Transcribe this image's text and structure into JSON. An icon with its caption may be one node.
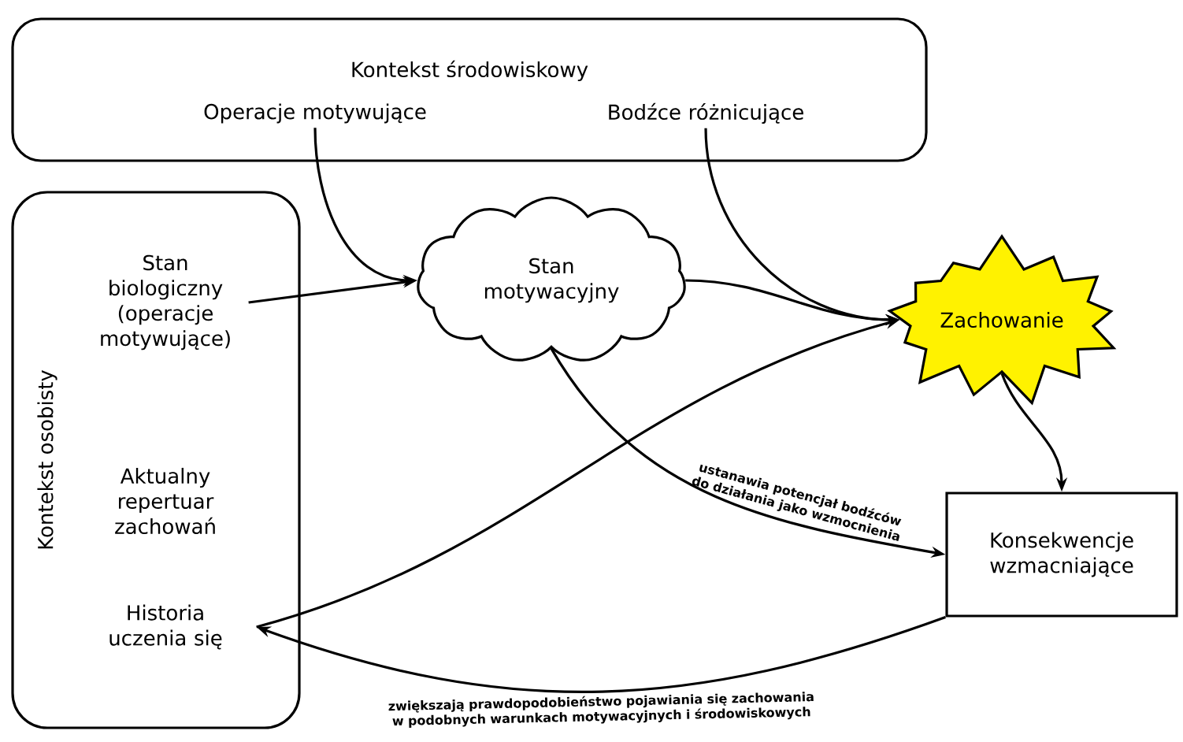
{
  "diagram": {
    "nodes": [
      {
        "text": [
          "Kontekst środowiskowy"
        ]
      },
      {
        "text": [
          "Operacje motywujące"
        ],
        "in": 0
      },
      {
        "text": [
          "Bodźce różnicujące"
        ],
        "in": 0
      },
      {
        "text": [
          "Kontekst osobisty"
        ]
      },
      {
        "text": [
          "Stan biologiczny (operacje motywujące)"
        ],
        "in": 3
      },
      {
        "text": [
          "Historia uczenia się"
        ],
        "in": 3
      },
      {
        "text": [
          "Stan motywacyjny"
        ]
      },
      {
        "text": [
          "Zachowanie"
        ]
      },
      {
        "text": [
          "Konsekwencje wzmacniające"
        ]
      }
    ],
    "edges": [
      {
        "from": 4,
        "to": 6,
        "arrow": "to"
      },
      {
        "from": 1,
        "to": 6,
        "arrow": "to"
      },
      {
        "from": 6,
        "to": 7,
        "arrow": "to"
      },
      {
        "from": 2,
        "to": 7,
        "arrow": "to"
      },
      {
        "from": 5,
        "to": 7,
        "arrow": "to"
      },
      {
        "from": 6,
        "to": 8,
        "arrow": "to",
        "label": "ustanawia potencjał bodźców do działania jako wzmocnienia"
      },
      {
        "from": 7,
        "to": 8,
        "arrow": "to"
      },
      {
        "from": 8,
        "to": 5,
        "arrow": "to",
        "label": "zwiększają prawdopodobieństwo pojawiania się zachowania w podobnych warunkach motywacyjnych i środowiskowych"
      }
    ],
    "labels": [
      "Aktualny repertuar zachowań"
    ]
  }
}
